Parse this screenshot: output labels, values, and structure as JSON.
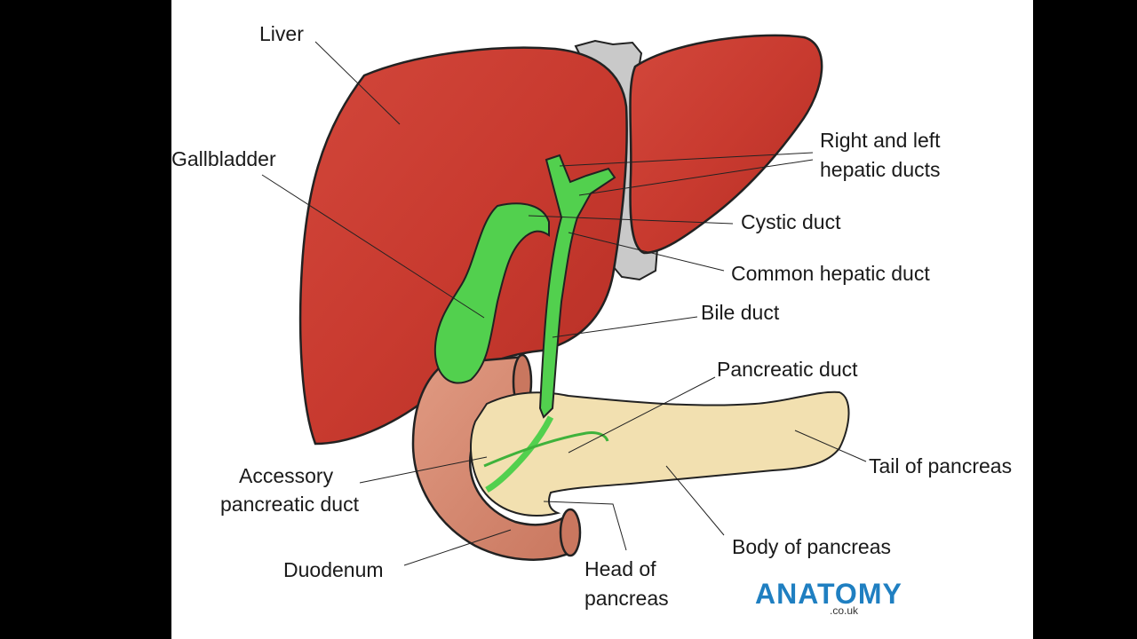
{
  "labels": {
    "liver": "Liver",
    "gallbladder": "Gallbladder",
    "hepatic_ducts_line1": "Right and left",
    "hepatic_ducts_line2": "hepatic ducts",
    "cystic_duct": "Cystic duct",
    "common_hepatic_duct": "Common hepatic duct",
    "bile_duct": "Bile duct",
    "pancreatic_duct": "Pancreatic duct",
    "tail_of_pancreas": "Tail of pancreas",
    "accessory_line1": "Accessory",
    "accessory_line2": "pancreatic duct",
    "body_of_pancreas": "Body of pancreas",
    "duodenum": "Duodenum",
    "head_line1": "Head of",
    "head_line2": "pancreas"
  },
  "logo": {
    "main": "ANATOMY",
    "sub": ".co.uk"
  },
  "colors": {
    "liver": "#c8362c",
    "gallbladder": "#52d04e",
    "pancreas": "#f2e0b0",
    "duodenum": "#d88a72",
    "vessel": "#c4c4c4",
    "logo": "#1f7fc1"
  }
}
